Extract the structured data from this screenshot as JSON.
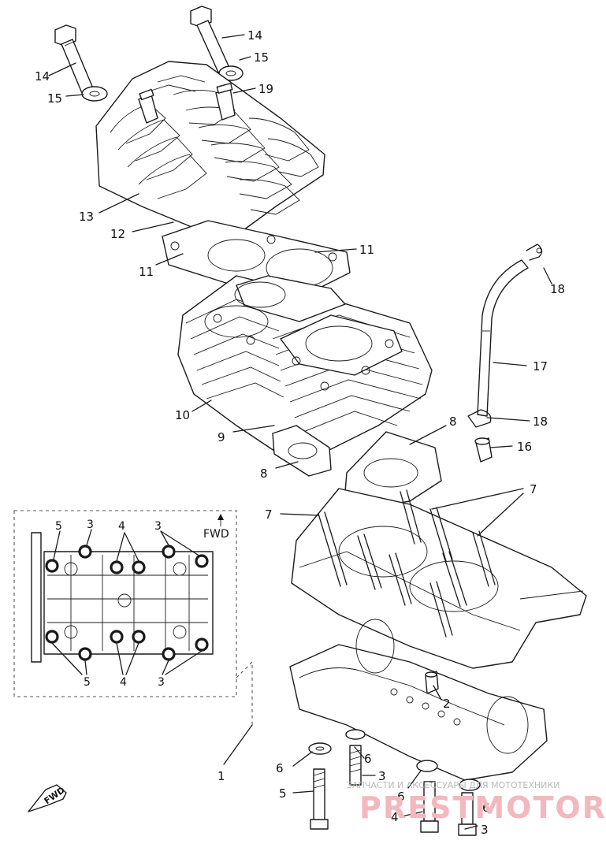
{
  "callouts": {
    "c1": "1",
    "c2": "2",
    "c3a": "3",
    "c3b": "3",
    "c3c": "3",
    "c4": "4",
    "c5": "5",
    "c6a": "6",
    "c6b": "6",
    "c6c": "6",
    "c6d": "6",
    "c7a": "7",
    "c7b": "7",
    "c8a": "8",
    "c8b": "8",
    "c9": "9",
    "c10": "10",
    "c11a": "11",
    "c11b": "11",
    "c12": "12",
    "c13": "13",
    "c14a": "14",
    "c14b": "14",
    "c15a": "15",
    "c15b": "15",
    "c16": "16",
    "c17": "17",
    "c18a": "18",
    "c18b": "18",
    "c19": "19"
  },
  "inset": {
    "fwd_label": "FWD",
    "labels_top": [
      "5",
      "3",
      "4",
      "3"
    ],
    "labels_bottom": [
      "5",
      "4",
      "3"
    ]
  },
  "fwd_arrow_label": "FWD",
  "watermark": {
    "small": "ЗАПЧАСТИ И АКСЕССУАРЫ ДЛЯ МОТОТЕХНИКИ",
    "big": "PRESTMOTOR.RU"
  }
}
